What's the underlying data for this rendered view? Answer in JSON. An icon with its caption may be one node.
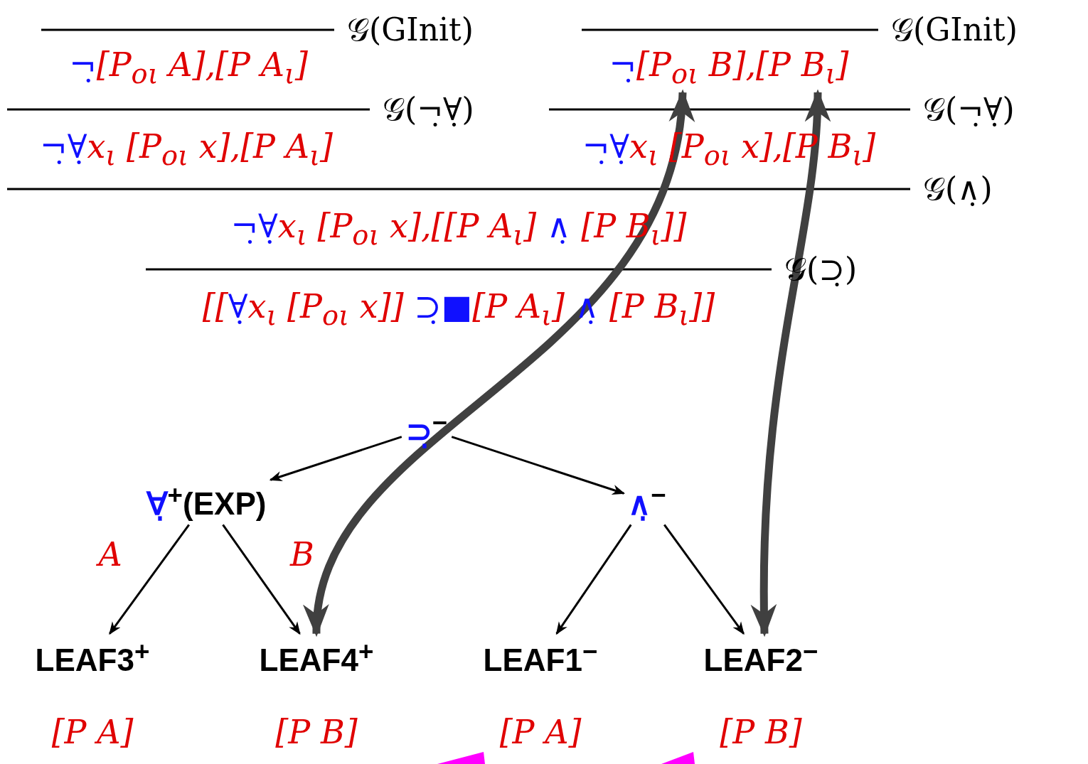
{
  "diagram": {
    "nodes": [
      {
        "text": [
          "¬̣[P$_{oι}$ A],[P A$_{ι}$]"
        ]
      },
      {
        "text": [
          "¬̣∀̣x$_{ι}$ [P$_{oι}$ x],[P A$_{ι}$]"
        ]
      },
      {
        "text": [
          "¬̣[P$_{oι}$ B],[P B$_{ι}$]"
        ]
      },
      {
        "text": [
          "¬̣∀̣x$_{ι}$ [P$_{oι}$ x],[P B$_{ι}$]"
        ]
      },
      {
        "text": [
          "¬̣∀̣x$_{ι}$ [P$_{oι}$ x],[[P A$_{ι}$] ∧̣ [P B$_{ι}$]]"
        ]
      },
      {
        "text": [
          "[[∀̣x$_{ι}$ [P$_{oι}$ x]] ⊃̣■[P A$_{ι}$] ∧̣ [P B$_{ι}$]]"
        ]
      },
      {
        "text": [
          "⊃̣$^{−}$"
        ]
      },
      {
        "text": [
          "∀̣$^{+}$(EXP)"
        ]
      },
      {
        "text": [
          "∧̣$^{−}$"
        ]
      },
      {
        "text": [
          "LEAF3$^{+}$"
        ],
        "beside": [
          "[P A]"
        ]
      },
      {
        "text": [
          "LEAF4$^{+}$"
        ],
        "beside": [
          "[P B]"
        ]
      },
      {
        "text": [
          "LEAF1$^{−}$"
        ],
        "beside": [
          "[P A]"
        ]
      },
      {
        "text": [
          "LEAF2$^{−}$"
        ],
        "beside": [
          "[P B]"
        ]
      }
    ],
    "edges": [
      {
        "from": 6,
        "to": 7,
        "arrow": "to"
      },
      {
        "from": 6,
        "to": 8,
        "arrow": "to"
      },
      {
        "from": 7,
        "to": 9,
        "arrow": "to",
        "label": "A"
      },
      {
        "from": 7,
        "to": 10,
        "arrow": "to",
        "label": "B"
      },
      {
        "from": 8,
        "to": 11,
        "arrow": "to"
      },
      {
        "from": 8,
        "to": 12,
        "arrow": "to"
      },
      {
        "from": 10,
        "to": 2,
        "arrow": "both",
        "style": "thick",
        "color": "#404040"
      },
      {
        "from": 12,
        "to": 2,
        "arrow": "both",
        "style": "thick",
        "color": "#404040"
      }
    ],
    "labels": [
      "𝒢(GInit)",
      "𝒢(GInit)",
      "𝒢(¬̣∀̣)",
      "𝒢(¬̣∀̣)",
      "𝒢(∧̣)",
      "𝒢(⊃̣)"
    ]
  }
}
